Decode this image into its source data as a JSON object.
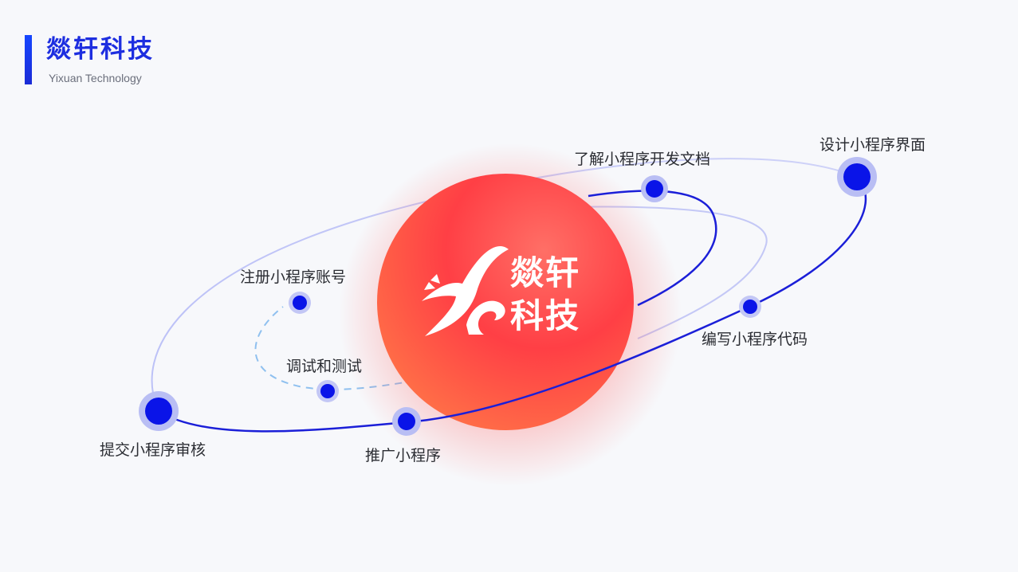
{
  "header": {
    "title": "燚轩科技",
    "subtitle": "Yixuan Technology"
  },
  "logo": {
    "line1": "燚轩",
    "line2": "科技"
  },
  "steps": {
    "register": "注册小程序账号",
    "read_docs": "了解小程序开发文档",
    "design_ui": "设计小程序界面",
    "write_code": "编写小程序代码",
    "debug_test": "调试和测试",
    "submit_review": "提交小程序审核",
    "promote": "推广小程序"
  },
  "colors": {
    "brand_blue": "#1d2ee0",
    "node_blue": "#0a14e8",
    "planet_red": "#ff4548",
    "planet_orange": "#ff7a5a",
    "dashed_orbit": "#8fc0ef"
  }
}
